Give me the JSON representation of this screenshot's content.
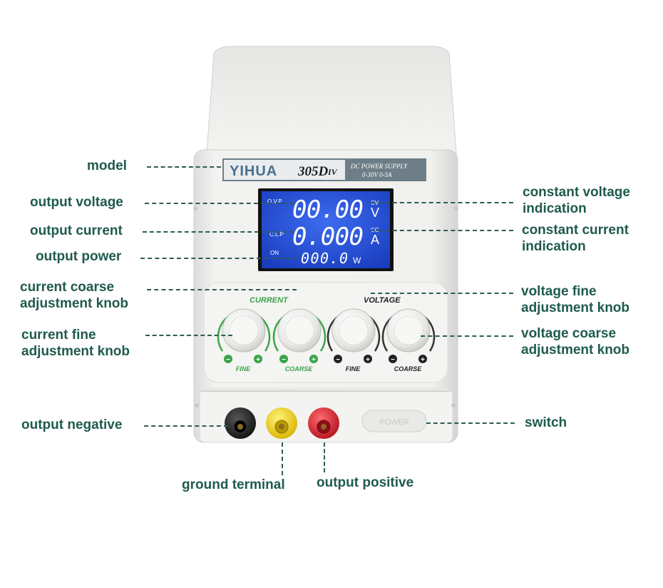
{
  "device": {
    "brand": "YIHUA",
    "model": "305D",
    "model_suffix": "IV",
    "product_line1": "DC POWER SUPPLY",
    "product_line2": "0-30V 0-5A",
    "display": {
      "ovp_label": "O.V.P",
      "clp_label": "C.L.P",
      "on_label": "ON",
      "voltage_value": "00.00",
      "voltage_unit": "V",
      "cv_label": "CV",
      "current_value": "0.000",
      "current_unit": "A",
      "cc_label": "CC",
      "power_value": "000.0",
      "power_unit": "W"
    },
    "current_group_label": "CURRENT",
    "voltage_group_label": "VOLTAGE",
    "knob_labels": [
      "FINE",
      "COARSE",
      "FINE",
      "COARSE"
    ],
    "minus_sign": "−",
    "plus_sign": "+",
    "power_button_label": "POWER",
    "colors": {
      "body": "#eeeeec",
      "display_blue": "#1f4fd8",
      "current_green": "#3aa34a",
      "label_teal": "#1f5a4e",
      "terminal_black": "#1a1a1a",
      "terminal_yellow": "#f2cf13",
      "terminal_red": "#d5232f"
    }
  },
  "callouts": {
    "model": [
      "model"
    ],
    "output_voltage": [
      "output voltage"
    ],
    "output_current": [
      "output current"
    ],
    "output_power": [
      "output power"
    ],
    "current_coarse": [
      "current coarse",
      "adjustment knob"
    ],
    "current_fine": [
      "current fine",
      "adjustment knob"
    ],
    "output_negative": [
      "output negative"
    ],
    "ground_terminal": [
      "ground terminal"
    ],
    "output_positive": [
      "output positive"
    ],
    "cv_indication": [
      "constant voltage",
      "indication"
    ],
    "cc_indication": [
      "constant current",
      "indication"
    ],
    "voltage_fine": [
      "voltage fine",
      "adjustment knob"
    ],
    "voltage_coarse": [
      "voltage coarse",
      "adjustment knob"
    ],
    "switch": [
      "switch"
    ]
  }
}
